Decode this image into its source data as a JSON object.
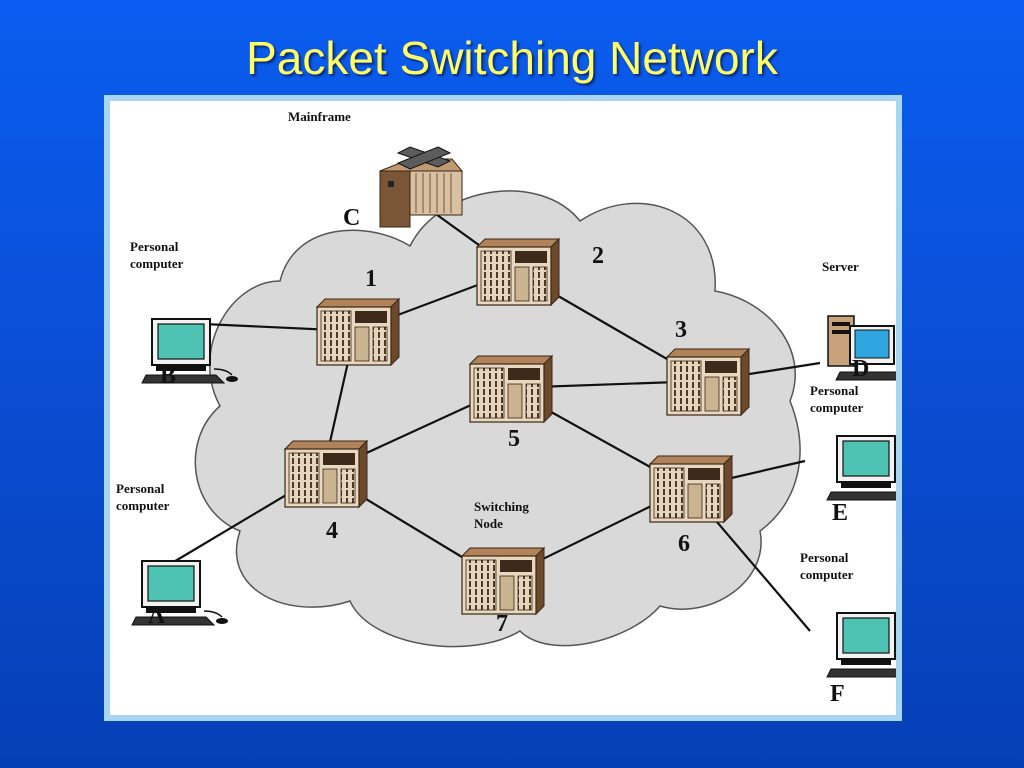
{
  "title": "Packet Switching Network",
  "colors": {
    "background": "#0a4fd6",
    "title": "#ffff66",
    "cloud": "#d9d9d9",
    "screen": "#4fc3b3"
  },
  "nodes": [
    {
      "id": "1",
      "label": "1"
    },
    {
      "id": "2",
      "label": "2"
    },
    {
      "id": "3",
      "label": "3"
    },
    {
      "id": "4",
      "label": "4"
    },
    {
      "id": "5",
      "label": "5"
    },
    {
      "id": "6",
      "label": "6"
    },
    {
      "id": "7",
      "label": "7"
    }
  ],
  "switching_node_caption": "Switching\nNode",
  "stations": {
    "A": {
      "letter": "A",
      "caption": "Personal\ncomputer"
    },
    "B": {
      "letter": "B",
      "caption": "Personal\ncomputer"
    },
    "C": {
      "letter": "C",
      "caption": "Mainframe"
    },
    "D": {
      "letter": "D",
      "caption": "Server"
    },
    "E": {
      "letter": "E",
      "caption": "Personal\ncomputer"
    },
    "F": {
      "letter": "F",
      "caption": "Personal\ncomputer"
    }
  },
  "links": [
    [
      "B",
      "1"
    ],
    [
      "C",
      "2"
    ],
    [
      "1",
      "2"
    ],
    [
      "2",
      "3"
    ],
    [
      "1",
      "4"
    ],
    [
      "4",
      "5"
    ],
    [
      "5",
      "3"
    ],
    [
      "3",
      "D"
    ],
    [
      "5",
      "6"
    ],
    [
      "4",
      "7"
    ],
    [
      "7",
      "6"
    ],
    [
      "6",
      "E"
    ],
    [
      "6",
      "F"
    ],
    [
      "A",
      "4"
    ]
  ]
}
